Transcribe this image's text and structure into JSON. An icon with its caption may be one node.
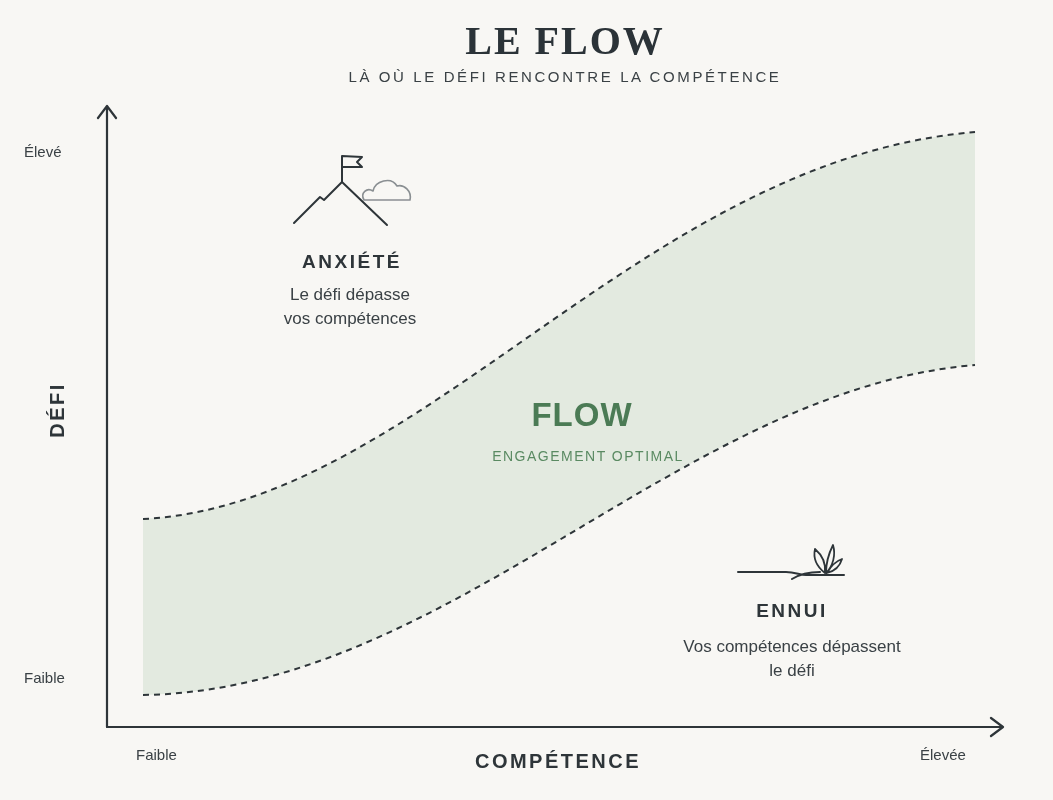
{
  "diagram": {
    "title": "LE FLOW",
    "nodes": [
      {
        "text": [
          "FLOW",
          "ENGAGEMENT OPTIMAL"
        ]
      }
    ],
    "labels": [
      "LÀ OÙ LE DÉFI RENCONTRE LA COMPÉTENCE",
      "Élevé",
      "ANXIÉTÉ",
      "Le défi dépasse vos compétences",
      "DÉFI",
      "ENNUI",
      "Vos compétences dépassent le défi",
      "Faible",
      "Faible",
      "COMPÉTENCE",
      "Élevée"
    ]
  }
}
